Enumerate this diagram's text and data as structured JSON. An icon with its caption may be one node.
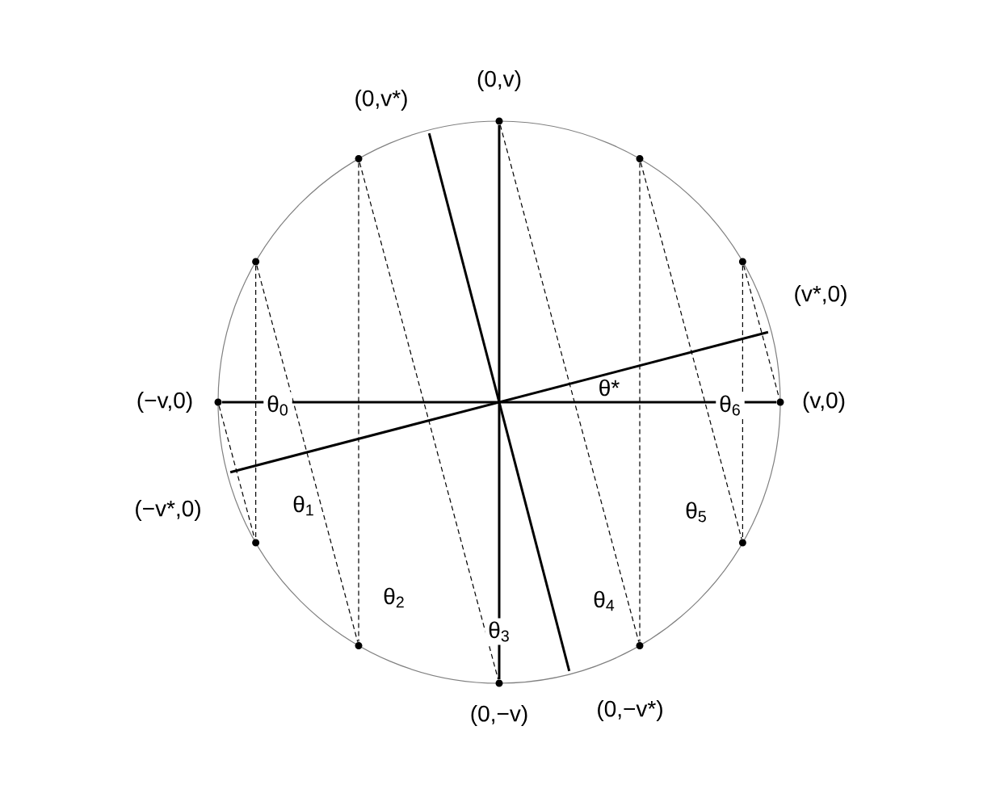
{
  "diagram": {
    "nodes": [
      {
        "text": [],
        "shape": "dot",
        "beside": [
          "(−v,0)"
        ]
      },
      {
        "text": [],
        "shape": "dot"
      },
      {
        "text": [],
        "shape": "dot"
      },
      {
        "text": [],
        "shape": "dot",
        "beside": [
          "(0,v)"
        ]
      },
      {
        "text": [],
        "shape": "dot"
      },
      {
        "text": [],
        "shape": "dot"
      },
      {
        "text": [],
        "shape": "dot",
        "beside": [
          "(v,0)"
        ]
      },
      {
        "text": [],
        "shape": "dot"
      },
      {
        "text": [],
        "shape": "dot"
      },
      {
        "text": [],
        "shape": "dot",
        "beside": [
          "(0,−v)"
        ]
      },
      {
        "text": [],
        "shape": "dot"
      },
      {
        "text": [],
        "shape": "dot"
      }
    ],
    "edges": [
      {
        "from": 0,
        "to": 6,
        "arrow": "none"
      },
      {
        "from": 3,
        "to": 9,
        "arrow": "none"
      },
      {
        "from": 0,
        "to": 11,
        "arrow": "none",
        "style": "dashed"
      },
      {
        "from": 1,
        "to": 11,
        "arrow": "none",
        "style": "dashed"
      },
      {
        "from": 1,
        "to": 10,
        "arrow": "none",
        "style": "dashed"
      },
      {
        "from": 2,
        "to": 10,
        "arrow": "none",
        "style": "dashed"
      },
      {
        "from": 2,
        "to": 9,
        "arrow": "none",
        "style": "dashed"
      },
      {
        "from": 3,
        "to": 8,
        "arrow": "none",
        "style": "dashed"
      },
      {
        "from": 4,
        "to": 8,
        "arrow": "none",
        "style": "dashed"
      },
      {
        "from": 4,
        "to": 7,
        "arrow": "none",
        "style": "dashed"
      },
      {
        "from": 5,
        "to": 7,
        "arrow": "none",
        "style": "dashed"
      },
      {
        "from": 5,
        "to": 6,
        "arrow": "none",
        "style": "dashed"
      }
    ],
    "labels": [
      "(0,v*)",
      "(v*,0)",
      "θ$_{0}$",
      "θ*",
      "θ$_{6}$",
      "(−v*,0)",
      "θ$_{1}$",
      "θ$_{5}$",
      "θ$_{2}$",
      "θ$_{4}$",
      "θ$_{3}$",
      "(0,−v*)"
    ]
  }
}
